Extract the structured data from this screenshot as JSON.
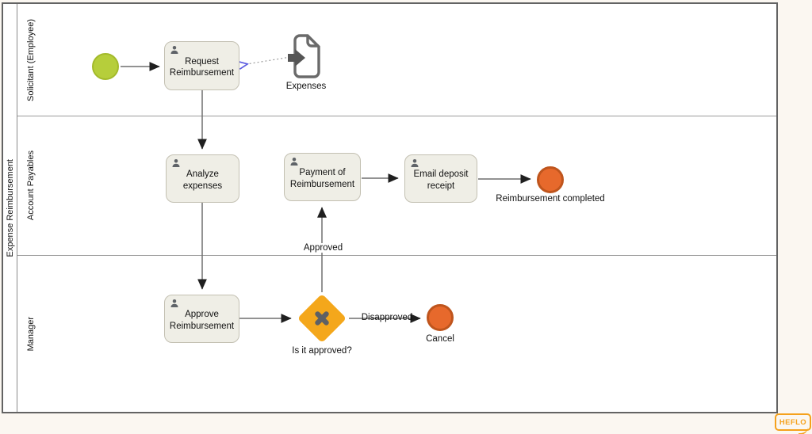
{
  "pool": {
    "label": "Expense Reimbursement"
  },
  "lanes": [
    {
      "label": "Solicitant (Employee)"
    },
    {
      "label": "Account Payables"
    },
    {
      "label": "Manager"
    }
  ],
  "nodes": {
    "request": {
      "label": "Request Reimbursement",
      "type": "user-task"
    },
    "expenses": {
      "label": "Expenses",
      "type": "data-input"
    },
    "analyze": {
      "label": "Analyze expenses",
      "type": "user-task"
    },
    "payment": {
      "label": "Payment of Reimbursement",
      "type": "user-task"
    },
    "email": {
      "label": "Email deposit receipt",
      "type": "user-task"
    },
    "completed": {
      "label": "Reimbursement completed",
      "type": "end-event"
    },
    "approve": {
      "label": "Approve Reimbursement",
      "type": "user-task"
    },
    "gateway": {
      "label": "Is it approved?",
      "type": "exclusive-gateway"
    },
    "cancel": {
      "label": "Cancel",
      "type": "end-event"
    }
  },
  "edge_labels": {
    "approved": "Approved",
    "disapproved": "Disapproved"
  },
  "watermark": {
    "label": "HEFLO"
  },
  "colors": {
    "start_event_fill": "#b6ce3b",
    "start_event_border": "#a3ba2b",
    "end_event_fill": "#e7692c",
    "end_event_border": "#bf551d",
    "gateway_fill": "#f4a71b",
    "gateway_marker": "#5d6065",
    "task_fill": "#efeee6",
    "task_border": "#c3c0b2",
    "connector": "#6f6f6f",
    "association_arrow": "#5b5be0",
    "watermark_orange": "#f5a11c"
  }
}
